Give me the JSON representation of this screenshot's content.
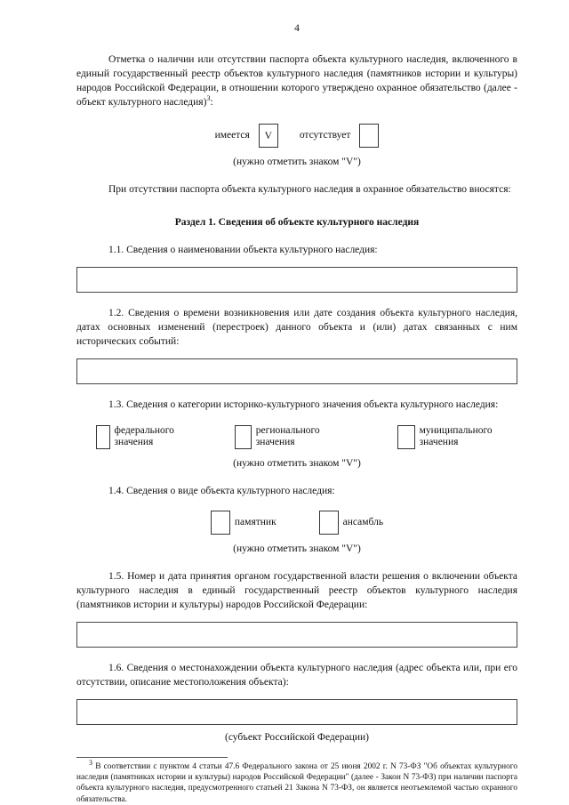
{
  "page": {
    "number": "4",
    "intro": {
      "text": "Отметка о наличии или отсутствии паспорта объекта культурного наследия, включенного в единый государственный реестр объектов культурного наследия (памятников истории и культуры) народов Российской Федерации, в отношении которого утверждено охранное обязательство (далее - объект культурного наследия)",
      "footnote_ref": "3",
      "tail": ":"
    },
    "presence": {
      "yes_label": "имеется",
      "yes_value": "V",
      "no_label": "отсутствует",
      "no_value": "",
      "note": "(нужно отметить знаком \"V\")"
    },
    "absence_paragraph": "При отсутствии паспорта объекта культурного наследия в охранное обязательство вносятся:",
    "section_title": "Раздел 1. Сведения об объекте культурного наследия",
    "items": {
      "i11": {
        "label": "1.1. Сведения о наименовании объекта культурного наследия:",
        "value": ""
      },
      "i12": {
        "label": "1.2. Сведения о времени возникновения или дате создания объекта культурного наследия, датах основных изменений (перестроек) данного объекта и (или) датах связанных с ним исторических событий:",
        "value": ""
      },
      "i13": {
        "label": "1.3. Сведения о категории историко-культурного значения объекта культурного наследия:",
        "options": [
          "федерального значения",
          "регионального значения",
          "муниципального значения"
        ],
        "option_values": [
          "",
          "",
          ""
        ],
        "note": "(нужно отметить знаком \"V\")"
      },
      "i14": {
        "label": "1.4. Сведения о виде объекта культурного наследия:",
        "options": [
          "памятник",
          "ансамбль"
        ],
        "option_values": [
          "",
          ""
        ],
        "note": "(нужно отметить знаком \"V\")"
      },
      "i15": {
        "label": "1.5. Номер и дата принятия органом государственной власти решения о включении объекта культурного наследия в единый государственный реестр объектов культурного наследия (памятников истории и культуры) народов Российской Федерации:",
        "value": ""
      },
      "i16": {
        "label": "1.6. Сведения о местонахождении объекта культурного наследия (адрес объекта или, при его отсутствии, описание местоположения объекта):",
        "value": "",
        "caption": "(субъект Российской Федерации)"
      }
    },
    "footnote": {
      "ref": "3",
      "text": " В соответствии с пунктом 4 статьи 47.6 Федерального закона от 25 июня 2002 г. N 73-ФЗ \"Об объектах культурного наследия (памятниках истории и культуры) народов Российской Федерации\" (далее - Закон N 73-ФЗ) при наличии паспорта объекта культурного наследия, предусмотренного статьей 21 Закона N 73-ФЗ, он является неотъемлемой частью охранного обязательства."
    }
  }
}
